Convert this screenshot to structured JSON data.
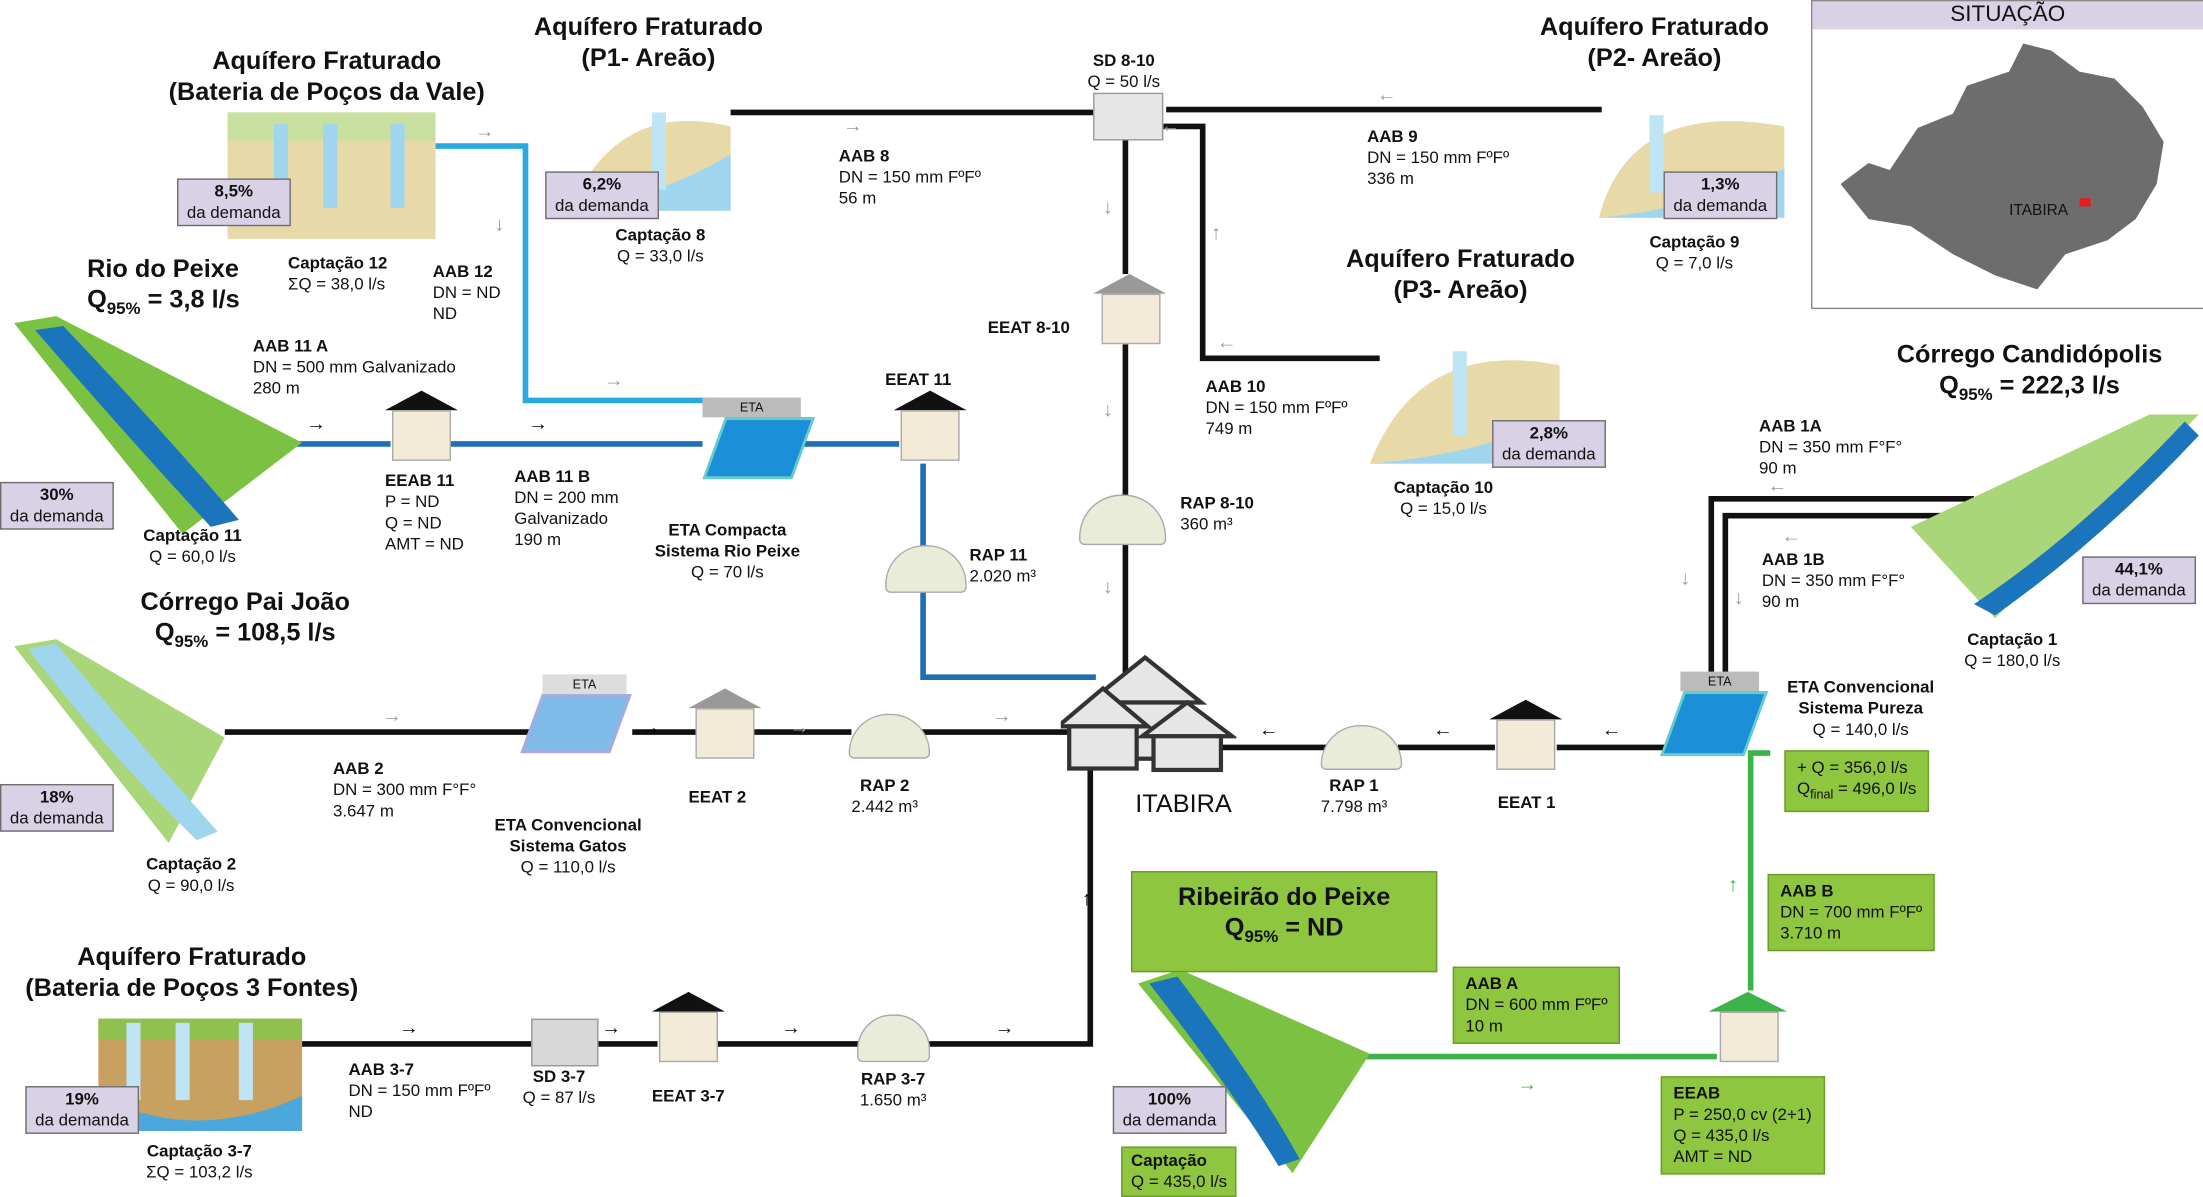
{
  "colors": {
    "black_line": "#111111",
    "blue_light": "#29a9e0",
    "blue_dark": "#1f6fb5",
    "green": "#3cb34a",
    "label_purple": "#d9d2e6",
    "box_green": "#8ec63f"
  },
  "situacao": {
    "title": "SITUAÇÃO",
    "city": "ITABIRA"
  },
  "center": {
    "city": "ITABIRA"
  },
  "headings": {
    "vale": [
      "Aquífero Fraturado",
      "(Bateria de Poços da Vale)"
    ],
    "p1": [
      "Aquífero Fraturado",
      "(P1- Areão)"
    ],
    "p2": [
      "Aquífero Fraturado",
      "(P2- Areão)"
    ],
    "p3": [
      "Aquífero Fraturado",
      "(P3- Areão)"
    ],
    "tresfontes": [
      "Aquífero Fraturado",
      "(Bateria de Poços 3 Fontes)"
    ],
    "peixe_name": "Rio do Peixe",
    "peixe_q_pre": "Q",
    "peixe_q_sub": "95%",
    "peixe_q_val": " = 3,8 l/s",
    "paijoao_name": "Córrego Pai João",
    "paijoao_q_pre": "Q",
    "paijoao_q_sub": "95%",
    "paijoao_q_val": " = 108,5 l/s",
    "cand_name": "Córrego Candidópolis",
    "cand_q_pre": "Q",
    "cand_q_sub": "95%",
    "cand_q_val": " = 222,3 l/s",
    "ribeirao_name": "Ribeirão do Peixe",
    "ribeirao_q_pre": "Q",
    "ribeirao_q_sub": "95%",
    "ribeirao_q_val": " = ND"
  },
  "demand": {
    "vale": [
      "8,5%",
      "da demanda"
    ],
    "p1": [
      "6,2%",
      "da demanda"
    ],
    "p2": [
      "1,3%",
      "da demanda"
    ],
    "p3": [
      "2,8%",
      "da demanda"
    ],
    "peixe": [
      "30%",
      "da demanda"
    ],
    "paijoao": [
      "18%",
      "da demanda"
    ],
    "tresfontes": [
      "19%",
      "da demanda"
    ],
    "cand": [
      "44,1%",
      "da demanda"
    ],
    "ribeirao": [
      "100%",
      "da demanda"
    ]
  },
  "labels": {
    "cap12": [
      "Captação 12",
      "ΣQ = 38,0 l/s"
    ],
    "aab12": [
      "AAB 12",
      "DN = ND",
      "ND"
    ],
    "cap8": [
      "Captação 8",
      "Q = 33,0 l/s"
    ],
    "aab8": [
      "AAB 8",
      "DN = 150 mm FºFº",
      "56 m"
    ],
    "sd810": [
      "SD 8-10",
      "Q = 50 l/s"
    ],
    "aab9": [
      "AAB 9",
      "DN = 150 mm FºFº",
      "336 m"
    ],
    "cap9": [
      "Captação 9",
      "Q = 7,0 l/s"
    ],
    "eeat810": "EEAT 8-10",
    "aab10": [
      "AAB 10",
      "DN = 150 mm FºFº",
      "749 m"
    ],
    "cap10": [
      "Captação 10",
      "Q = 15,0 l/s"
    ],
    "rap810": [
      "RAP 8-10",
      "360 m³"
    ],
    "aab11a": [
      "AAB 11 A",
      "DN = 500 mm Galvanizado",
      "280 m"
    ],
    "eeab11": [
      "EEAB 11",
      "P = ND",
      "Q = ND",
      "AMT = ND"
    ],
    "aab11b": [
      "AAB 11 B",
      "DN = 200 mm",
      "Galvanizado",
      "190 m"
    ],
    "eta_rp": [
      "ETA Compacta",
      "Sistema Rio Peixe",
      "Q = 70 l/s"
    ],
    "eeat11": "EEAT 11",
    "rap11": [
      "RAP 11",
      "2.020 m³"
    ],
    "cap11": [
      "Captação 11",
      "Q = 60,0 l/s"
    ],
    "aab1a": [
      "AAB 1A",
      "DN = 350 mm F°F°",
      "90 m"
    ],
    "aab1b": [
      "AAB 1B",
      "DN = 350 mm F°F°",
      "90 m"
    ],
    "cap1": [
      "Captação 1",
      "Q = 180,0 l/s"
    ],
    "eta_pureza": [
      "ETA Convencional",
      "Sistema Pureza",
      "Q = 140,0 l/s"
    ],
    "pureza_box_1": "+ Q = 356,0 l/s",
    "pureza_box_2_pre": "Q",
    "pureza_box_2_sub": "final",
    "pureza_box_2_val": " = 496,0 l/s",
    "aab2": [
      "AAB 2",
      "DN = 300 mm F°F°",
      "3.647 m"
    ],
    "cap2": [
      "Captação 2",
      "Q = 90,0 l/s"
    ],
    "eta_gatos": [
      "ETA Convencional",
      "Sistema Gatos",
      "Q = 110,0 l/s"
    ],
    "eeat2": "EEAT 2",
    "rap2": [
      "RAP 2",
      "2.442 m³"
    ],
    "rap1": [
      "RAP 1",
      "7.798 m³"
    ],
    "eeat1": "EEAT 1",
    "aabb": [
      "AAB B",
      "DN = 700 mm FºFº",
      "3.710 m"
    ],
    "aaba": [
      "AAB A",
      "DN = 600 mm FºFº",
      "10 m"
    ],
    "eeab": [
      "EEAB",
      "P = 250,0 cv (2+1)",
      "Q = 435,0 l/s",
      "AMT = ND"
    ],
    "cap_rib": [
      "Captação",
      "Q = 435,0 l/s"
    ],
    "aab37": [
      "AAB 3-7",
      "DN = 150 mm FºFº",
      "ND"
    ],
    "sd37": [
      "SD 3-7",
      "Q = 87 l/s"
    ],
    "eeat37": "EEAT 3-7",
    "rap37": [
      "RAP 3-7",
      "1.650 m³"
    ],
    "cap37": [
      "Captação 3-7",
      "ΣQ = 103,2 l/s"
    ],
    "eta_word": "ETA"
  },
  "arrows": {
    "right": "→",
    "left": "←",
    "down": "↓",
    "up": "↑"
  }
}
